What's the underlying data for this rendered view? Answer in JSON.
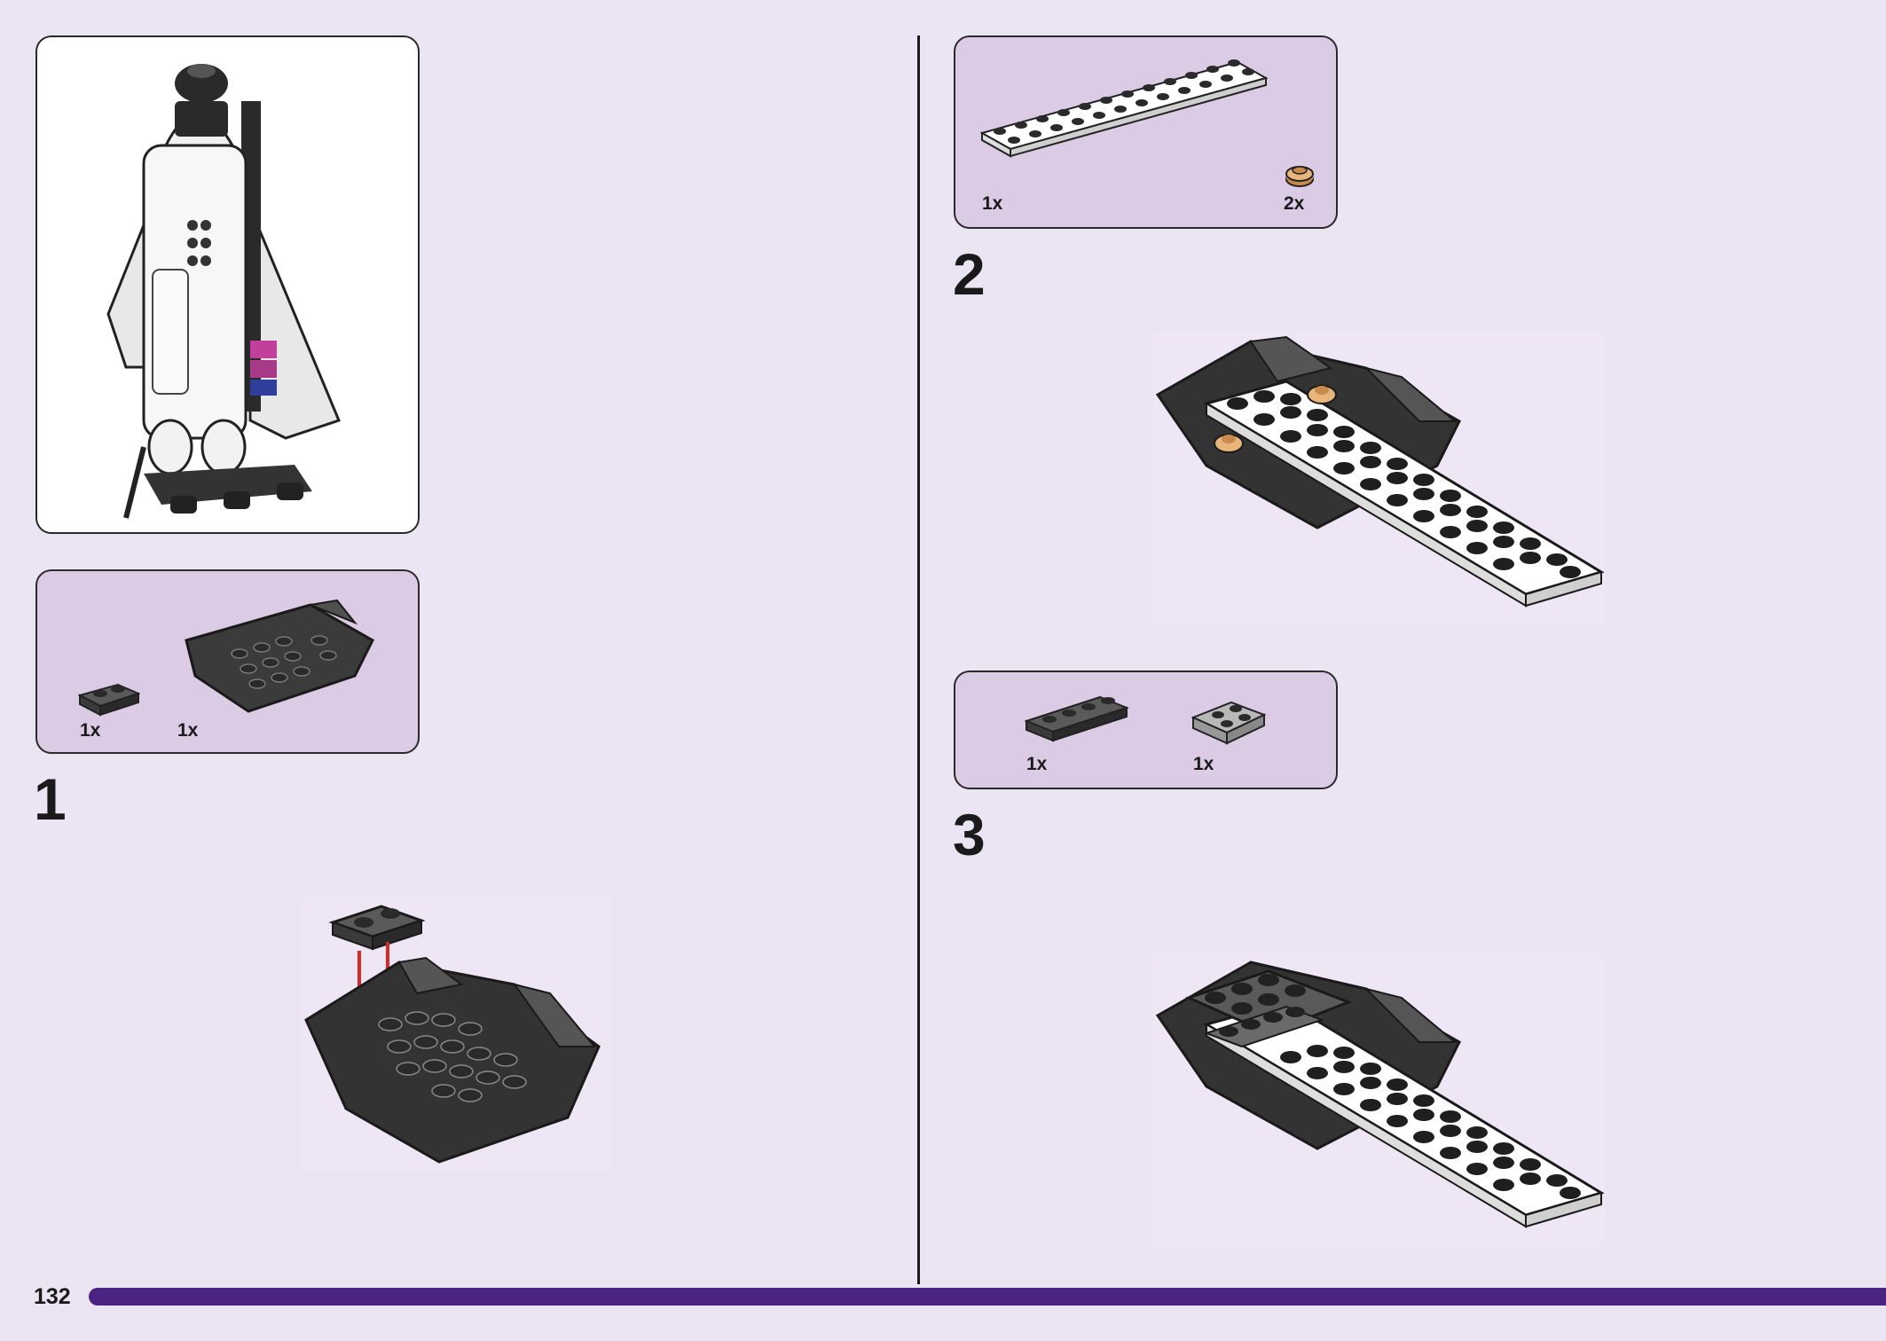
{
  "page": {
    "number": "132"
  },
  "colors": {
    "background": "#ebe4f2",
    "parts_box": "#dccbe4",
    "page_bar": "#4a2480",
    "arrow": "#d42a2a",
    "brick_dark": "#3a3a3a",
    "brick_white": "#ffffff",
    "brick_tan": "#d9a066"
  },
  "overview": {
    "icon": "space-shuttle-model-icon"
  },
  "steps": [
    {
      "number": "1",
      "parts": [
        {
          "qty": "1x",
          "icon": "dark-grey-plate-1x2-icon"
        },
        {
          "qty": "1x",
          "icon": "black-wedge-plate-icon"
        }
      ]
    },
    {
      "number": "2",
      "parts": [
        {
          "qty": "1x",
          "icon": "white-plate-2x12-icon"
        },
        {
          "qty": "2x",
          "icon": "tan-round-plate-icon"
        }
      ]
    },
    {
      "number": "3",
      "parts": [
        {
          "qty": "1x",
          "icon": "dark-grey-plate-1x4-icon"
        },
        {
          "qty": "1x",
          "icon": "light-grey-plate-2x2-icon"
        }
      ]
    }
  ]
}
